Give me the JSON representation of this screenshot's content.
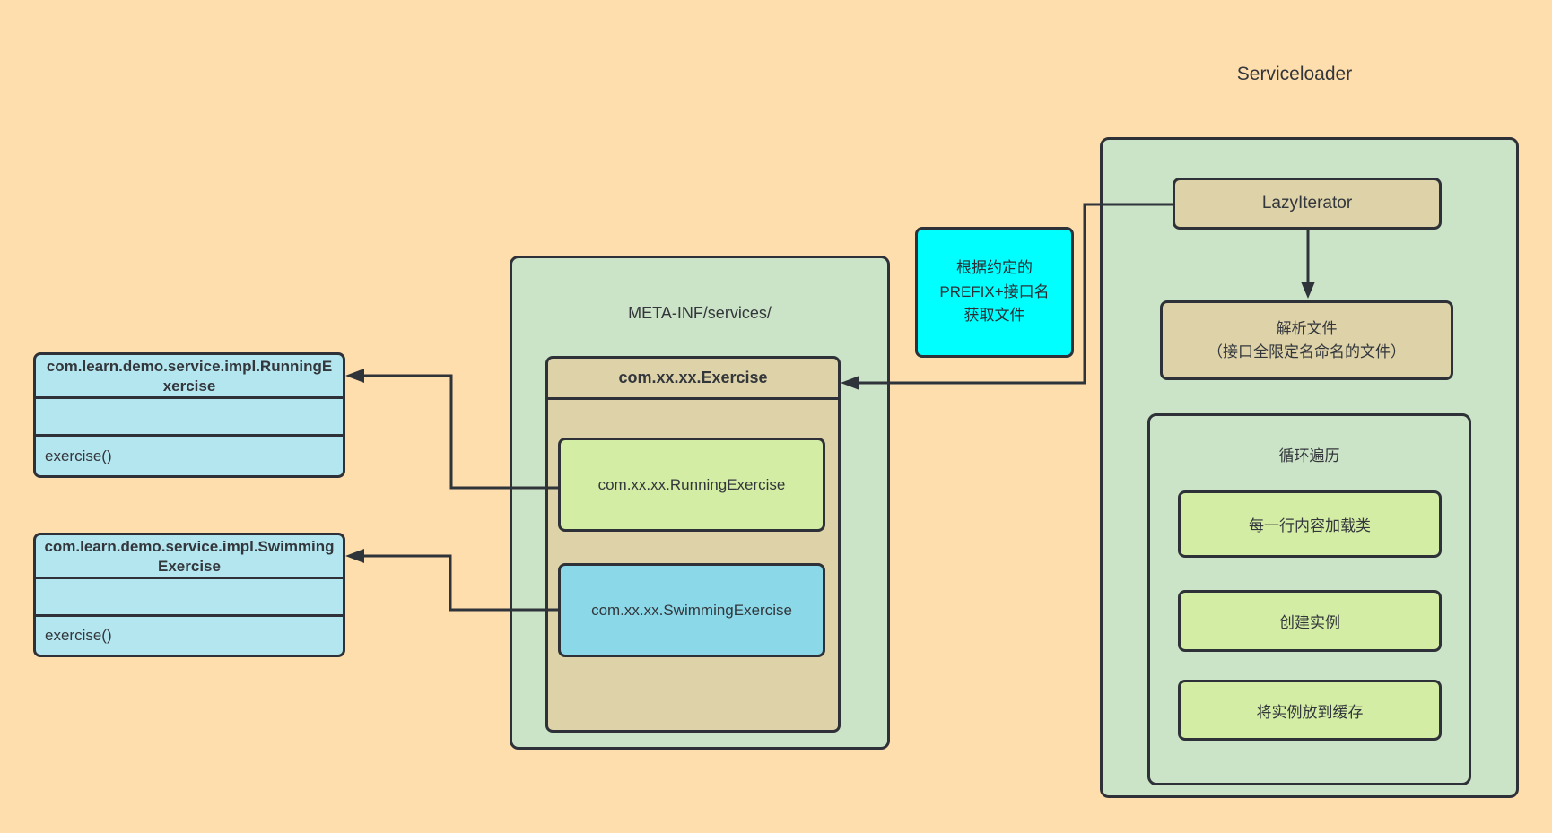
{
  "diagram_title": "Serviceloader",
  "colors": {
    "background": "#ffdead",
    "container_green": "#cbe3c6",
    "node_tan": "#ded2a8",
    "step_light_green": "#d4eda4",
    "entry_blue": "#8bd8e8",
    "class_light_cyan": "#b4e6f0",
    "annotation_cyan": "#00ffff",
    "border_dark": "#2e3238"
  },
  "impl_classes": [
    {
      "qualified_name": "com.learn.demo.service.impl.RunningExercise",
      "method": "exercise()"
    },
    {
      "qualified_name": "com.learn.demo.service.impl.SwimmingExercise",
      "method": "exercise()"
    }
  ],
  "meta_inf": {
    "label": "META-INF/services/",
    "service_file": {
      "name": "com.xx.xx.Exercise",
      "entries": [
        "com.xx.xx.RunningExercise",
        "com.xx.xx.SwimmingExercise"
      ]
    }
  },
  "annotation": {
    "text": "根据约定的\nPREFIX+接口名\n获取文件"
  },
  "serviceloader": {
    "lazy_iterator_label": "LazyIterator",
    "parse_file_label": "解析文件\n（接口全限定名命名的文件）",
    "loop": {
      "title": "循环遍历",
      "steps": [
        "每一行内容加载类",
        "创建实例",
        "将实例放到缓存"
      ]
    }
  }
}
